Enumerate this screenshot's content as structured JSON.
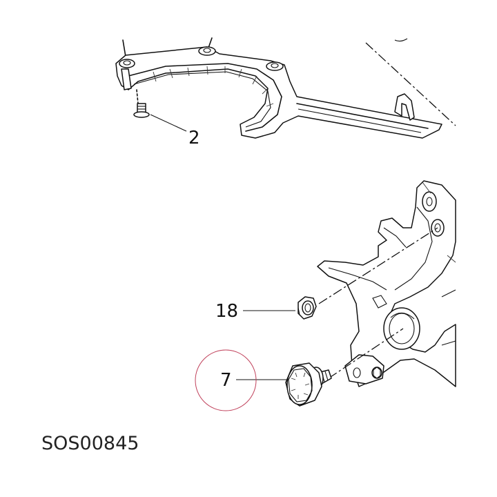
{
  "callouts": {
    "part_2": "2",
    "part_18": "18",
    "part_7": "7"
  },
  "reference_code": "SOS00845",
  "colors": {
    "line": "#111111",
    "highlight_circle": "#c0405a",
    "background": "#ffffff"
  },
  "highlighted_part": "7"
}
